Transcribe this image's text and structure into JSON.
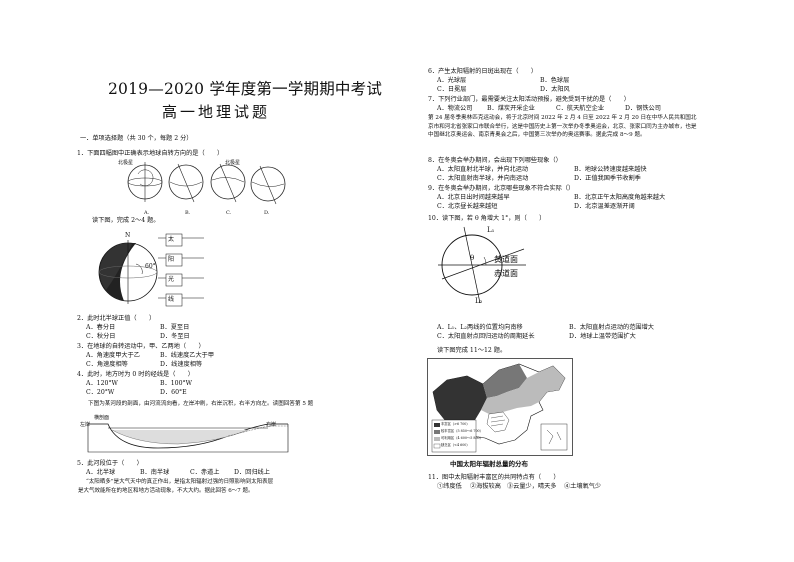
{
  "header": {
    "title": "2019—2020 学年度第一学期期中考试",
    "subtitle": "高一地理试题"
  },
  "left": {
    "section": "一．单项选择题（共 30 个，每题 2 分）",
    "q1": "1．下面四幅图中正确表示地球自转方向的是（　　）",
    "q1_labels": {
      "north_pole": "北极星",
      "a": "A.",
      "b": "B.",
      "c": "C.",
      "d": "D."
    },
    "intro_2_4": "读下图，完成 2～4 题。",
    "fig_labels": {
      "n": "N",
      "deg": "60°",
      "tai": "太",
      "yang": "阳",
      "guang": "光",
      "xian": "线"
    },
    "q2": "2．此时北半球正值（　　）",
    "q2_opts": [
      "A．春分日",
      "B．夏至日",
      "C．秋分日",
      "D．冬至日"
    ],
    "q3": "3．在地球的自转运动中，甲、乙两地（　　）",
    "q3_opts": [
      "A．角速度甲大于乙",
      "B．线速度乙大于甲",
      "C．角速度相等",
      "D．线速度相等"
    ],
    "q4": "4．此时，地方时为 0 时的经线是（　　）",
    "q4_opts": [
      "A．120°W",
      "B．100°W",
      "C．20°W",
      "D．60°E"
    ],
    "intro_5": "下图为某河段的剖面，由河流流向看，左岸冲刷，右岸沉积，右半方向左。读图回答第 5 题",
    "river_labels": {
      "left": "左岸",
      "right": "右岸",
      "section": "横剖面"
    },
    "q5": "5．此河段位于（　　）",
    "q5_opts": [
      "A．北半球",
      "B．南半球",
      "C．赤道上",
      "D．回归线上"
    ],
    "note": "“太阳晒多”是大气天中的真正作出，是指太阳辐射过强的日照影响到太阳表层",
    "note2": "是大气效能所在的地区和地方活动现象，不大大约。据此回答 6～7 题。"
  },
  "right": {
    "q6": "6．产生太阳辐射的日斑出现在（　　）",
    "q6_opts": [
      "A．光球层",
      "B．色球层",
      "C．日冕层",
      "D．太阳风"
    ],
    "q7": "7．下列行业部门，最需要关注太阳活动预报，避免受到干扰的是（　　）",
    "q7_opts": [
      "A．物流公司",
      "B．煤炭开采企业",
      "C．航天航空企业",
      "D．钢铁公司"
    ],
    "para": "第 24 届冬季奥林匹克运动会，将于北京时间 2022 年 2 月 4 日至 2022 年 2 月 20 日在中华人民共和国北京市和河北省张家口市联合举行，这是中国历史上第一次举办冬季奥运会，北京、张家口同为主办城市，也是中国继北京奥运会、南京青奥会之后，中国第三次举办的奥运赛事。据此完成 8～9 题。",
    "q8": "8．在冬奥会举办期间，会出现下列哪些现象（）",
    "q8_opts": [
      "A．太阳直射北半球，并向北运动",
      "B．地球公转速度越来越快",
      "C．太阳直射南半球，并向南运动",
      "D．正值我国季节收割季"
    ],
    "q9": "9．在冬奥会举办期间，北京哪些现象不符合实际（）",
    "q9_opts": [
      "A．北京日出时间越来越早",
      "B．北京正午太阳高度角越来越大",
      "C．北京昼长越来越短",
      "D．北京温差逐渐开阔"
    ],
    "q10": "10．读下图，若 θ 角增大 1°，则（　　）",
    "fig10_labels": {
      "l1": "L₁",
      "l2": "L₂",
      "theta": "θ",
      "ecliptic": "黄道面",
      "equator": "赤道面"
    },
    "q10_opts": [
      "A．L₁、L₂两线的位置均向南移",
      "B．太阳直射点运动的范围增大",
      "C．太阳直射点回归运动的周期延长",
      "D．地球上温带范围扩大"
    ],
    "intro_11": "读下图完成 11～12 题。",
    "map_legend": [
      "丰富区（>6 700）",
      "较丰富区（5 850～6 700）",
      "可利用区（4 600～5 850）",
      "缺乏区（<4 600）"
    ],
    "map_caption": "中国太阳年辐射总量的分布",
    "q11": "11．图中太阳辐射丰富区的共同特点有（　　）",
    "q11_opts": [
      "①纬度低",
      "②海拔较高",
      "③云量少，晴天多",
      "④土壤氧气少"
    ]
  }
}
